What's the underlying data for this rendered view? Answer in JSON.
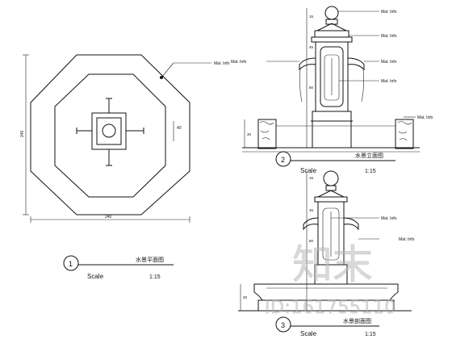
{
  "plan": {
    "title": "水景平面图",
    "marker": "1",
    "scale_label": "Scale",
    "scale_value": "1:15",
    "dim_width": "240",
    "dim_height": "240",
    "dim_inner": "40",
    "callout": "Mat. Info"
  },
  "elevation": {
    "title": "水景立面图",
    "marker": "2",
    "scale_label": "Scale",
    "scale_value": "1:15",
    "callouts": [
      "Mat. Info",
      "Mat. Info",
      "Mat. Info",
      "Mat. Info",
      "Mat. Info",
      "Mat. Info"
    ],
    "dims": [
      "15",
      "45",
      "80",
      "30"
    ]
  },
  "section": {
    "title": "水景剖面图",
    "marker": "3",
    "scale_label": "Scale",
    "scale_value": "1:15",
    "callouts": [
      "Mat. Info",
      "Mat. Info"
    ],
    "dims": [
      "15",
      "45",
      "80",
      "30"
    ]
  },
  "watermark": {
    "logo": "知末",
    "id": "ID:161755110"
  }
}
